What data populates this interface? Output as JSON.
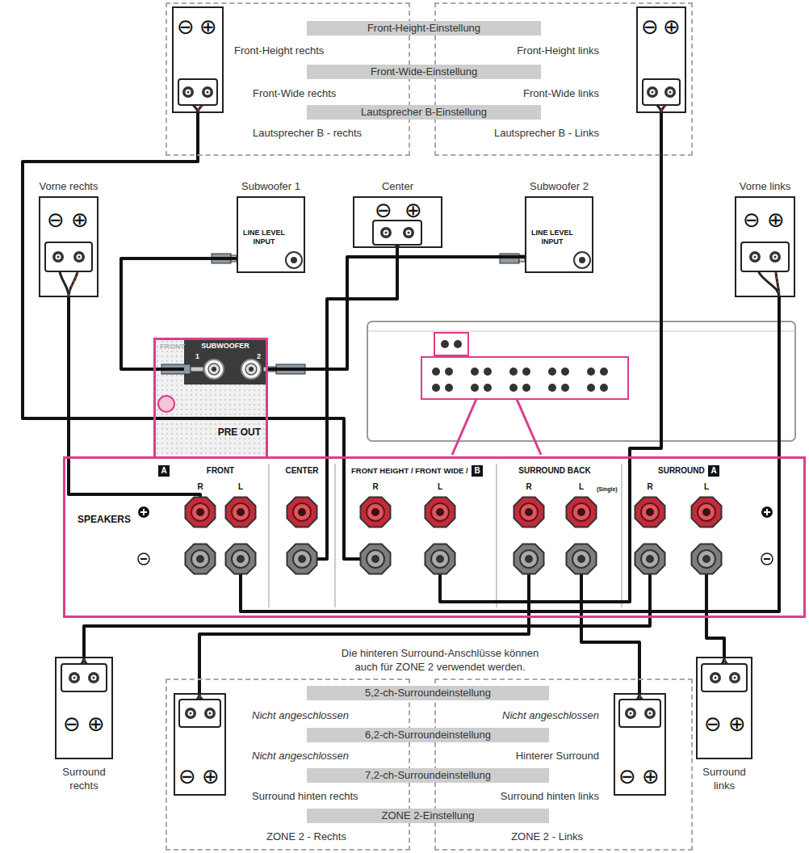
{
  "diagram": {
    "nodes": [
      {
        "text": [
          "Front-Height rechts",
          "Front-Wide rechts",
          "Lautsprecher B - rechts"
        ]
      },
      {
        "text": [
          "⊖",
          "⊕"
        ],
        "in": 0
      },
      {
        "text": [
          "Front-Height links",
          "Front-Wide links",
          "Lautsprecher B - Links"
        ]
      },
      {
        "text": [
          "⊖",
          "⊕"
        ],
        "in": 2
      },
      {
        "text": [
          "Front-Height-Einstellung"
        ]
      },
      {
        "text": [
          "Front-Wide-Einstellung"
        ]
      },
      {
        "text": [
          "Lautsprecher B-Einstellung"
        ]
      },
      {
        "text": [
          "Vorne rechts",
          "⊖",
          "⊕"
        ]
      },
      {
        "text": [
          "Subwoofer 1",
          "LINE LEVEL INPUT"
        ]
      },
      {
        "text": [
          "Center",
          "⊖",
          "⊕"
        ]
      },
      {
        "text": [
          "Subwoofer 2",
          "LINE LEVEL INPUT"
        ]
      },
      {
        "text": [
          "Vorne links",
          "⊖",
          "⊕"
        ]
      },
      {
        "text": [
          "FRONT",
          "PRE OUT"
        ]
      },
      {
        "text": [
          "SUBWOOFER",
          "1",
          "2"
        ],
        "in": 12
      },
      {
        "text": [
          "SPEAKERS"
        ]
      },
      {
        "text": [
          "FRONT",
          "R",
          "L"
        ],
        "in": 14
      },
      {
        "text": [
          "A"
        ],
        "in": 15
      },
      {
        "text": [
          "CENTER"
        ],
        "in": 14
      },
      {
        "text": [
          "FRONT HEIGHT / FRONT WIDE /",
          "R",
          "L"
        ],
        "in": 14
      },
      {
        "text": [
          "B"
        ],
        "in": 18
      },
      {
        "text": [
          "SURROUND BACK",
          "R",
          "L",
          "(Single)"
        ],
        "in": 14
      },
      {
        "text": [
          "SURROUND",
          "R",
          "L"
        ],
        "in": 14
      },
      {
        "text": [
          "A"
        ],
        "in": 21
      },
      {
        "text": [
          "⊖",
          "⊕",
          "Surround rechts"
        ]
      },
      {
        "text": [
          "Nicht angeschlossen",
          "Nicht angeschlossen",
          "Surround hinten rechts",
          "ZONE 2 - Rechts"
        ]
      },
      {
        "text": [
          "⊖",
          "⊕"
        ],
        "in": 24
      },
      {
        "text": [
          "Nicht angeschlossen",
          "Hinterer Surround",
          "Surround hinten links",
          "ZONE 2 - Links"
        ]
      },
      {
        "text": [
          "⊖",
          "⊕"
        ],
        "in": 26
      },
      {
        "text": [
          "⊖",
          "⊕",
          "Surround links"
        ]
      },
      {
        "text": [
          "5,2-ch-Surroundeinstellung"
        ]
      },
      {
        "text": [
          "6,2-ch-Surroundeinstellung"
        ]
      },
      {
        "text": [
          "7,2-ch-Surroundeinstellung"
        ]
      },
      {
        "text": [
          "ZONE 2-Einstellung"
        ]
      }
    ],
    "edges": [
      {
        "from": 1,
        "to": 18,
        "arrow": "none"
      },
      {
        "from": 3,
        "to": 18,
        "arrow": "none"
      },
      {
        "from": 7,
        "to": 15,
        "arrow": "none"
      },
      {
        "from": 8,
        "to": 13,
        "arrow": "none"
      },
      {
        "from": 9,
        "to": 17,
        "arrow": "none"
      },
      {
        "from": 10,
        "to": 13,
        "arrow": "none"
      },
      {
        "from": 11,
        "to": 15,
        "arrow": "none"
      },
      {
        "from": 23,
        "to": 21,
        "arrow": "none"
      },
      {
        "from": 25,
        "to": 20,
        "arrow": "none"
      },
      {
        "from": 27,
        "to": 20,
        "arrow": "none"
      },
      {
        "from": 28,
        "to": 21,
        "arrow": "none"
      }
    ],
    "labels": [
      "Die hinteren Surround-Anschlüsse können auch für ZONE 2 verwendet werden."
    ]
  }
}
